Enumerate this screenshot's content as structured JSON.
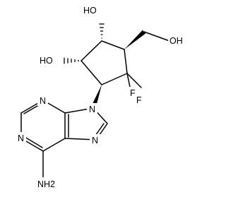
{
  "molecule": {
    "atom_labels": {
      "ho_top": "HO",
      "ho_left": "HO",
      "oh_right": "OH",
      "f1": "F",
      "f2": "F",
      "n9": "N",
      "n_top": "N",
      "n_left": "N",
      "n_right": "N",
      "nh2": "NH2"
    },
    "colors": {
      "ink": "#000000",
      "background": "#ffffff"
    }
  }
}
